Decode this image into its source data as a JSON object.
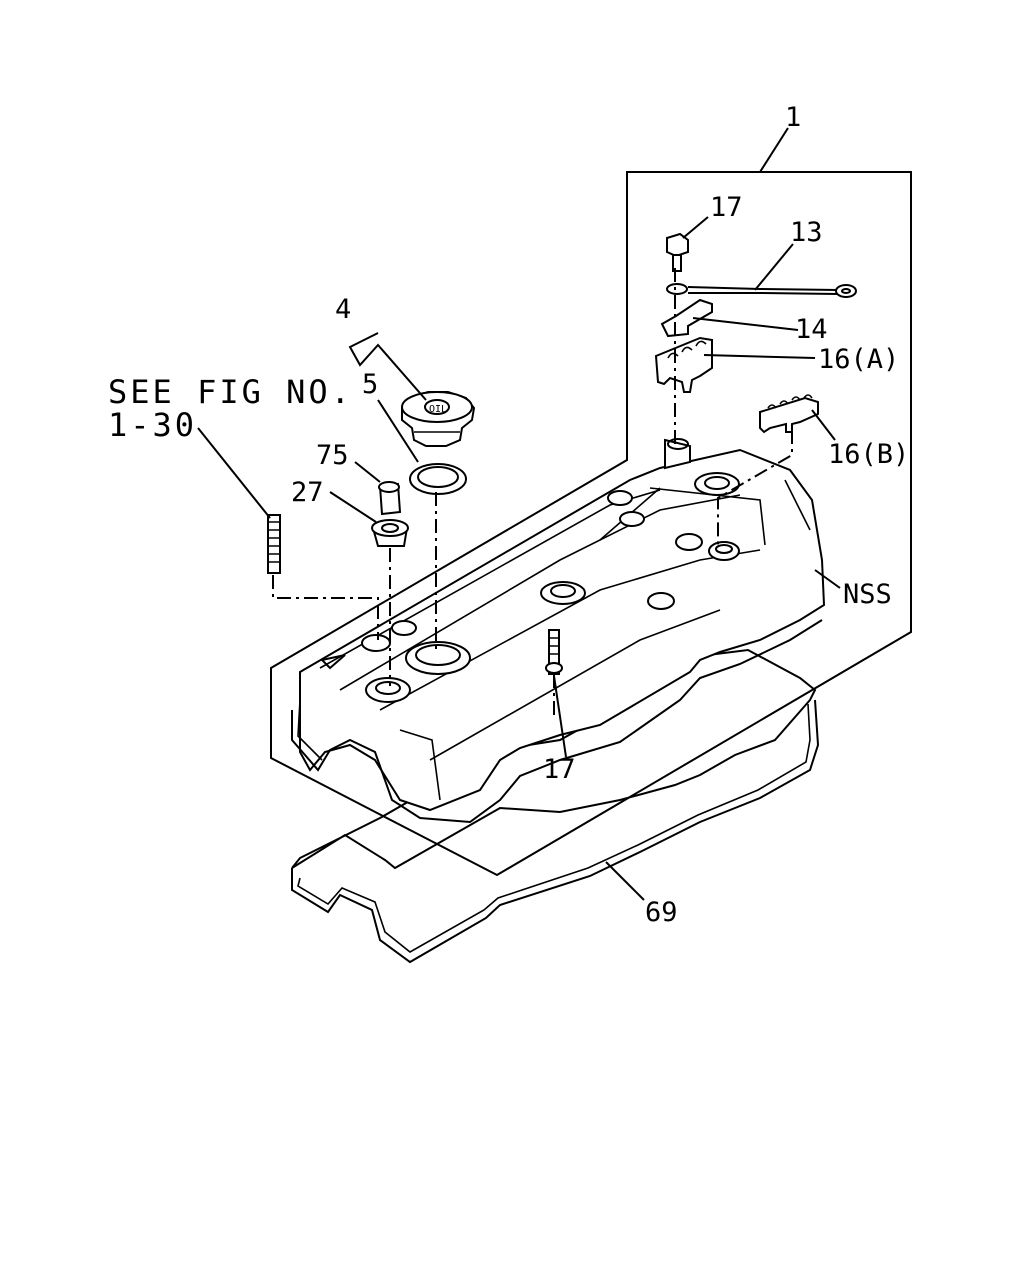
{
  "callouts": {
    "c1": "1",
    "c17_top": "17",
    "c13": "13",
    "c14": "14",
    "c16a": "16(A)",
    "c16b": "16(B)",
    "c4": "4",
    "c5": "5",
    "c75": "75",
    "c27": "27",
    "nss": "NSS",
    "c17_bottom": "17",
    "c69": "69"
  },
  "reference": {
    "line1": "SEE FIG NO.",
    "line2": "1-30"
  },
  "cap_mark": "OIL"
}
